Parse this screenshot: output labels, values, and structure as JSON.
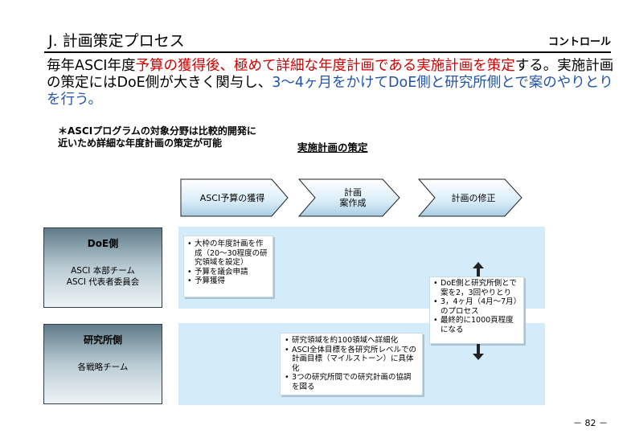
{
  "header": {
    "title": "J. 計画策定プロセス",
    "section": "コントロール"
  },
  "lead": {
    "p1": "毎年ASCI年度",
    "p2": "予算の獲得後、極めて詳細な年度計画である実施計画を策定",
    "p3": "する。実施計画の策定にはDoE側が大きく関与し、",
    "p4": "3～4ヶ月をかけてDoE側と研究所側とで案のやりとりを行う。"
  },
  "note": "＊ASCIプログラムの対象分野は比較的開発に近いため詳細な年度計画の策定が可能",
  "plan_label": "実施計画の策定",
  "stages": [
    {
      "label": "ASCI予算の獲得"
    },
    {
      "label": "計画\n案作成"
    },
    {
      "label": "計画の修正"
    }
  ],
  "orgs": {
    "doe": {
      "name": "DoE側",
      "members": [
        "ASCI 本部チーム",
        "ASCI 代表者委員会"
      ]
    },
    "lab": {
      "name": "研究所側",
      "members": [
        "各戦略チーム"
      ]
    }
  },
  "boxes": {
    "doe_tasks": [
      "大枠の年度計画を作成（20～30程度の研究領域を設定）",
      "予算を議会申請",
      "予算獲得"
    ],
    "lab_tasks": [
      "研究領域を約100領域へ詳細化",
      "ASCI全体目標を各研究所レベルでの計画目標（マイルストーン）に具体化",
      "3つの研究所間での研究計画の協調を図る"
    ],
    "exchange": [
      "DoE側と研究所側とで案を2，3回やりとり",
      "3，4ヶ月（4月～7月）のプロセス",
      "最終的に1000頁程度になる"
    ]
  },
  "colors": {
    "band": "#d4ecfa",
    "accent_red": "#cc0000",
    "accent_blue": "#2255aa"
  },
  "page_number": "－ 82 －"
}
